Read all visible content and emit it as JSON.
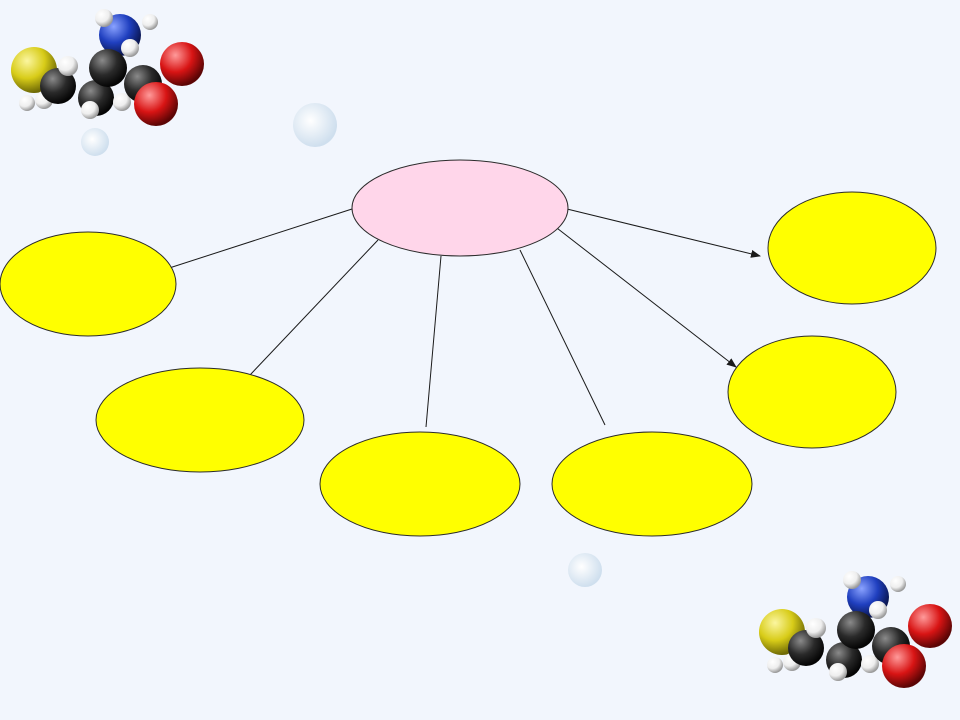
{
  "colors": {
    "background": "#f2f6fd",
    "center_fill": "#ffd6ea",
    "node_fill": "#ffff00",
    "outline": "#2b2b2b",
    "connector": "#1a1a1a",
    "bubble": "#dde9f4",
    "sulfur": "#d8cc18",
    "nitrogen": "#1f3fbf",
    "oxygen": "#d81414",
    "carbon": "#2a2a2a",
    "hydrogen": "#f4f4f4"
  },
  "diagram": {
    "center": {
      "label": ""
    },
    "nodes": [
      {
        "id": "left",
        "label": ""
      },
      {
        "id": "lower-left",
        "label": ""
      },
      {
        "id": "bottom-center",
        "label": ""
      },
      {
        "id": "bottom-right",
        "label": ""
      },
      {
        "id": "right-lower",
        "label": ""
      },
      {
        "id": "right-upper",
        "label": ""
      }
    ]
  },
  "molecule_icons": [
    {
      "id": "cysteine-model-top-left",
      "atoms": [
        "sulfur",
        "nitrogen",
        "oxygen",
        "carbon",
        "hydrogen"
      ]
    },
    {
      "id": "cysteine-model-bottom-right",
      "atoms": [
        "sulfur",
        "nitrogen",
        "oxygen",
        "carbon",
        "hydrogen"
      ]
    }
  ]
}
